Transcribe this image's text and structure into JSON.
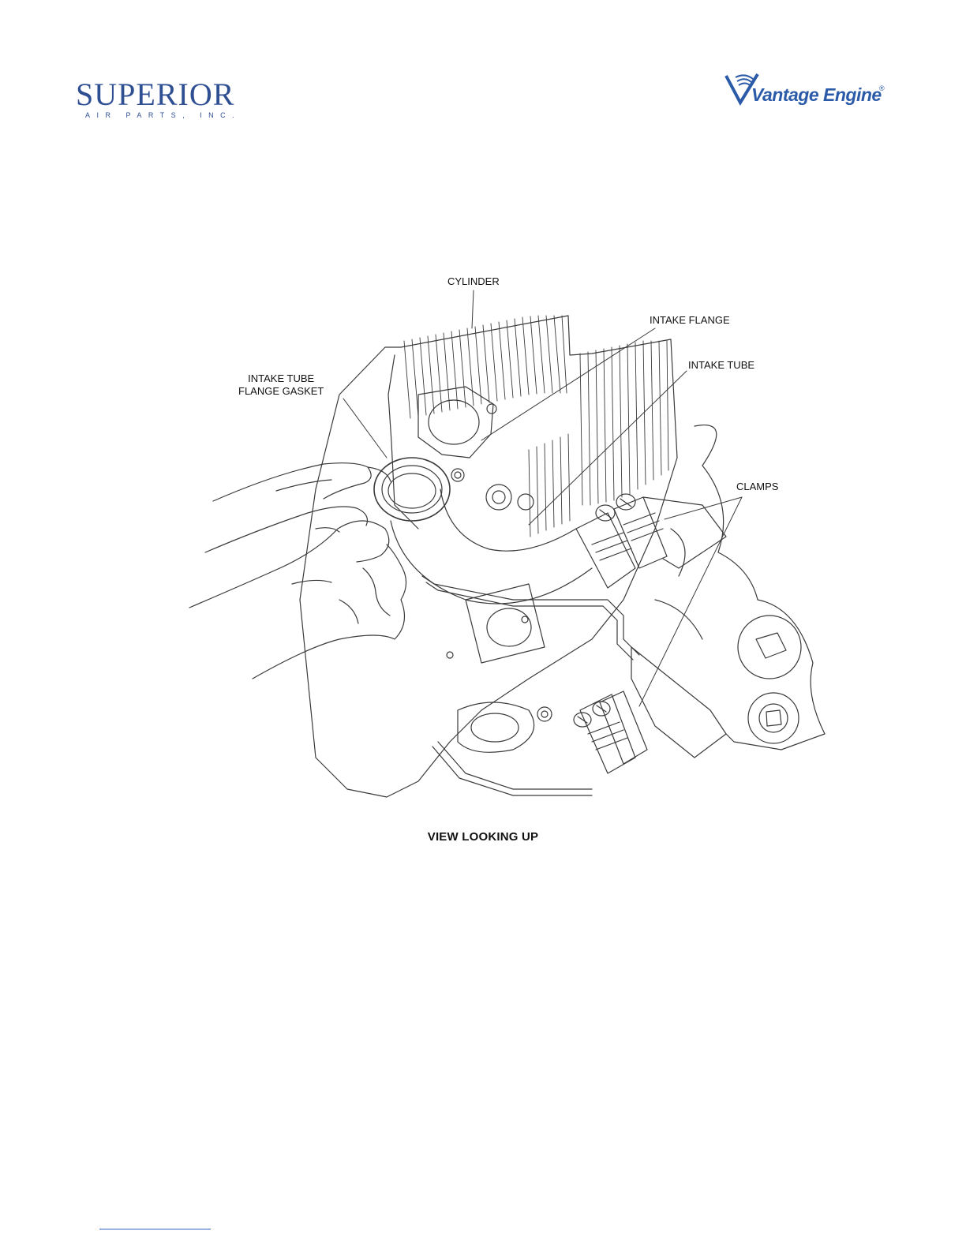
{
  "colors": {
    "superior_blue": "#2f4f93",
    "superior_accent": "#3a8fd6",
    "vantage_blue": "#2a5aa8",
    "line_art": "#3a3a3a",
    "footer_link": "#3060c0"
  },
  "header": {
    "left_logo": {
      "brand": "SUPERIOR",
      "subtitle": "AIR PARTS, INC."
    },
    "right_logo": {
      "brand": "Vantage Engine",
      "mark": "®"
    }
  },
  "figure": {
    "callouts": {
      "cylinder": "CYLINDER",
      "intake_flange": "INTAKE FLANGE",
      "intake_tube": "INTAKE TUBE",
      "gasket_line1": "INTAKE TUBE",
      "gasket_line2": "FLANGE GASKET",
      "clamps": "CLAMPS"
    },
    "caption": "VIEW LOOKING UP"
  }
}
